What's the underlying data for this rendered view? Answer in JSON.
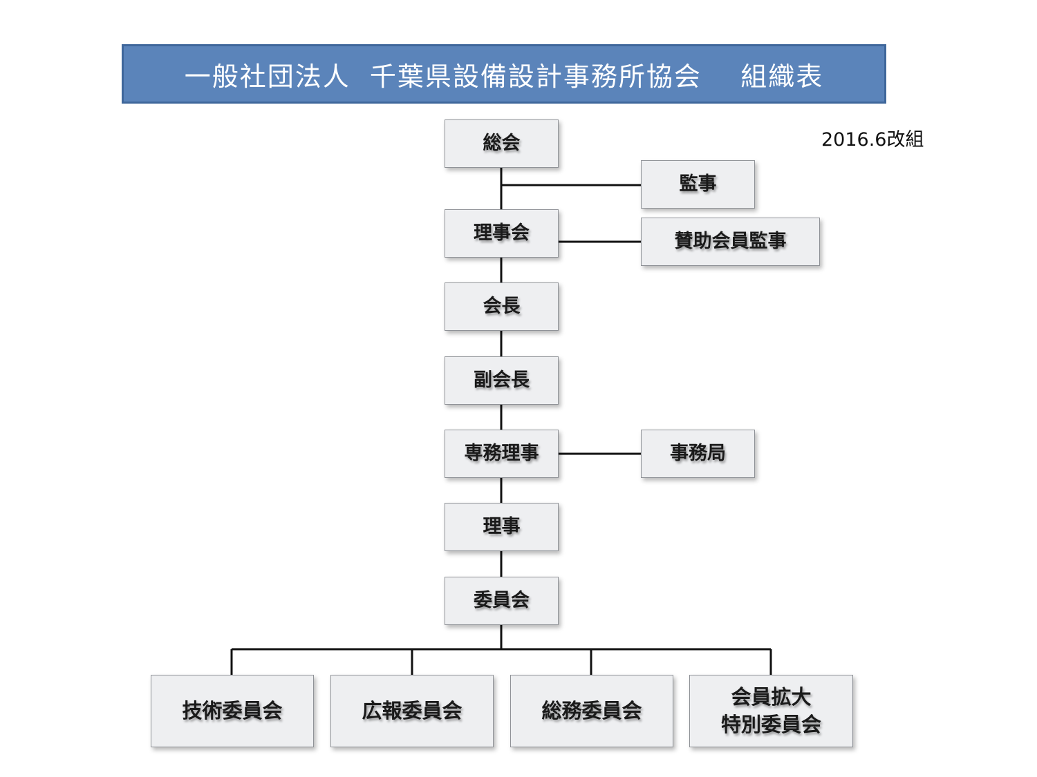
{
  "title": "一般社団法人  千葉県設備設計事務所協会    組織表",
  "revision": "2016.6改組",
  "nodes": {
    "general_assembly": "総会",
    "auditor": "監事",
    "board": "理事会",
    "supporting_member_auditor": "賛助会員監事",
    "president": "会長",
    "vice_president": "副会長",
    "executive_director": "専務理事",
    "secretariat": "事務局",
    "directors": "理事",
    "committee": "委員会",
    "technical_committee": "技術委員会",
    "pr_committee": "広報委員会",
    "general_affairs_committee": "総務委員会",
    "membership_committee_line1": "会員拡大",
    "membership_committee_line2": "特別委員会"
  },
  "colors": {
    "title_bg": "#5b84ba",
    "title_border": "#3f679b",
    "box_bg": "#eeeff1",
    "line": "#111111"
  }
}
